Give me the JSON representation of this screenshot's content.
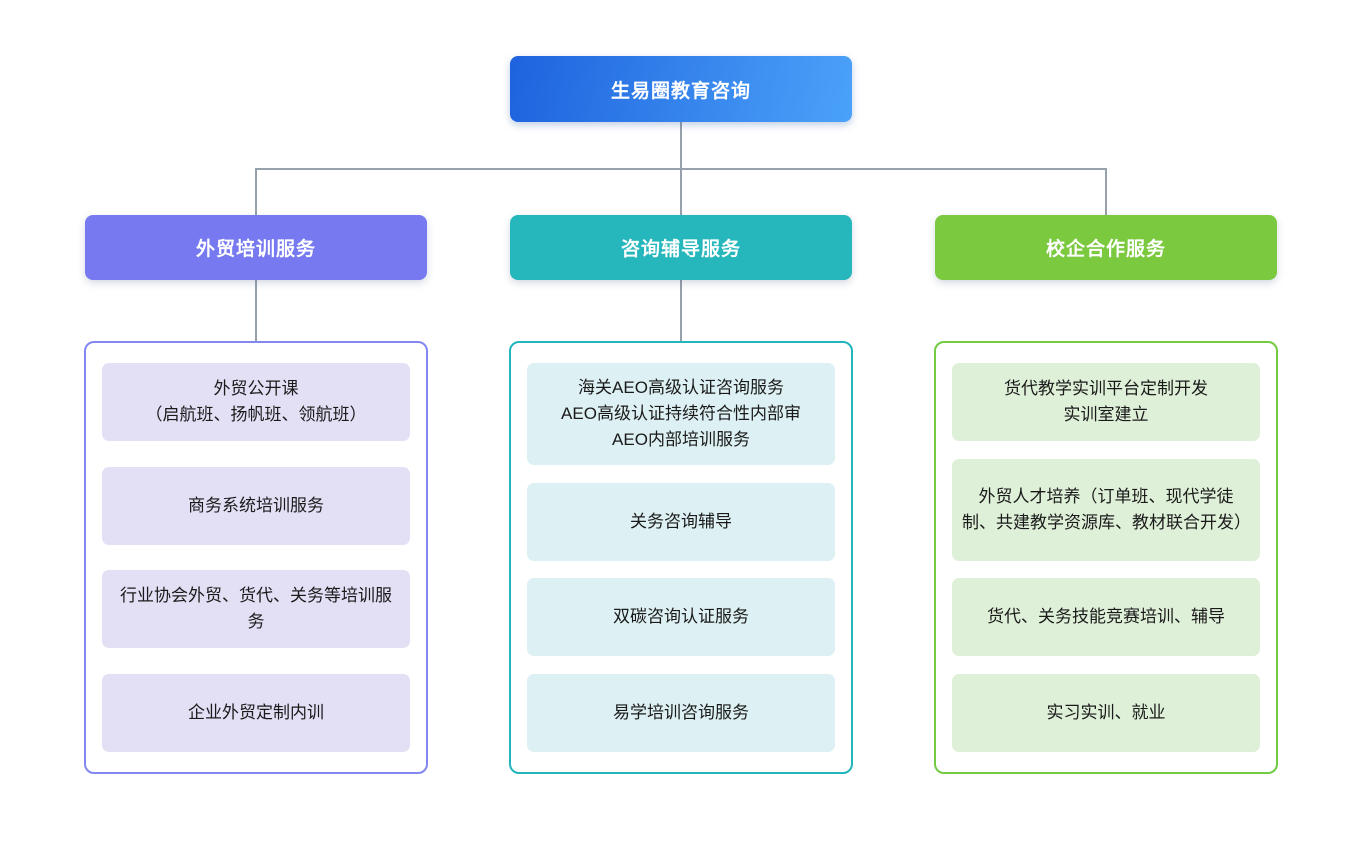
{
  "root": {
    "label": "生易圈教育咨询"
  },
  "branches": [
    {
      "label": "外贸培训服务",
      "items": [
        "外贸公开课\n（启航班、扬帆班、领航班）",
        "商务系统培训服务",
        "行业协会外贸、货代、关务等培训服务",
        "企业外贸定制内训"
      ]
    },
    {
      "label": "咨询辅导服务",
      "items": [
        "海关AEO高级认证咨询服务\nAEO高级认证持续符合性内部审\nAEO内部培训服务",
        "关务咨询辅导",
        "双碳咨询认证服务",
        "易学培训咨询服务"
      ]
    },
    {
      "label": "校企合作服务",
      "items": [
        "货代教学实训平台定制开发\n实训室建立",
        "外贸人才培养（订单班、现代学徒制、共建教学资源库、教材联合开发）",
        "货代、关务技能竞赛培训、辅导",
        "实习实训、就业"
      ]
    }
  ],
  "colors": {
    "root_gradient_start": "#1E63DE",
    "root_gradient_end": "#4BA2F9",
    "branch0_header": "#7679EF",
    "branch1_header": "#26B7BD",
    "branch2_header": "#7BC93F",
    "branch0_item_bg": "#E3E0F6",
    "branch1_item_bg": "#DDF0F3",
    "branch2_item_bg": "#DFF0D8",
    "connector": "#97A1AC"
  }
}
